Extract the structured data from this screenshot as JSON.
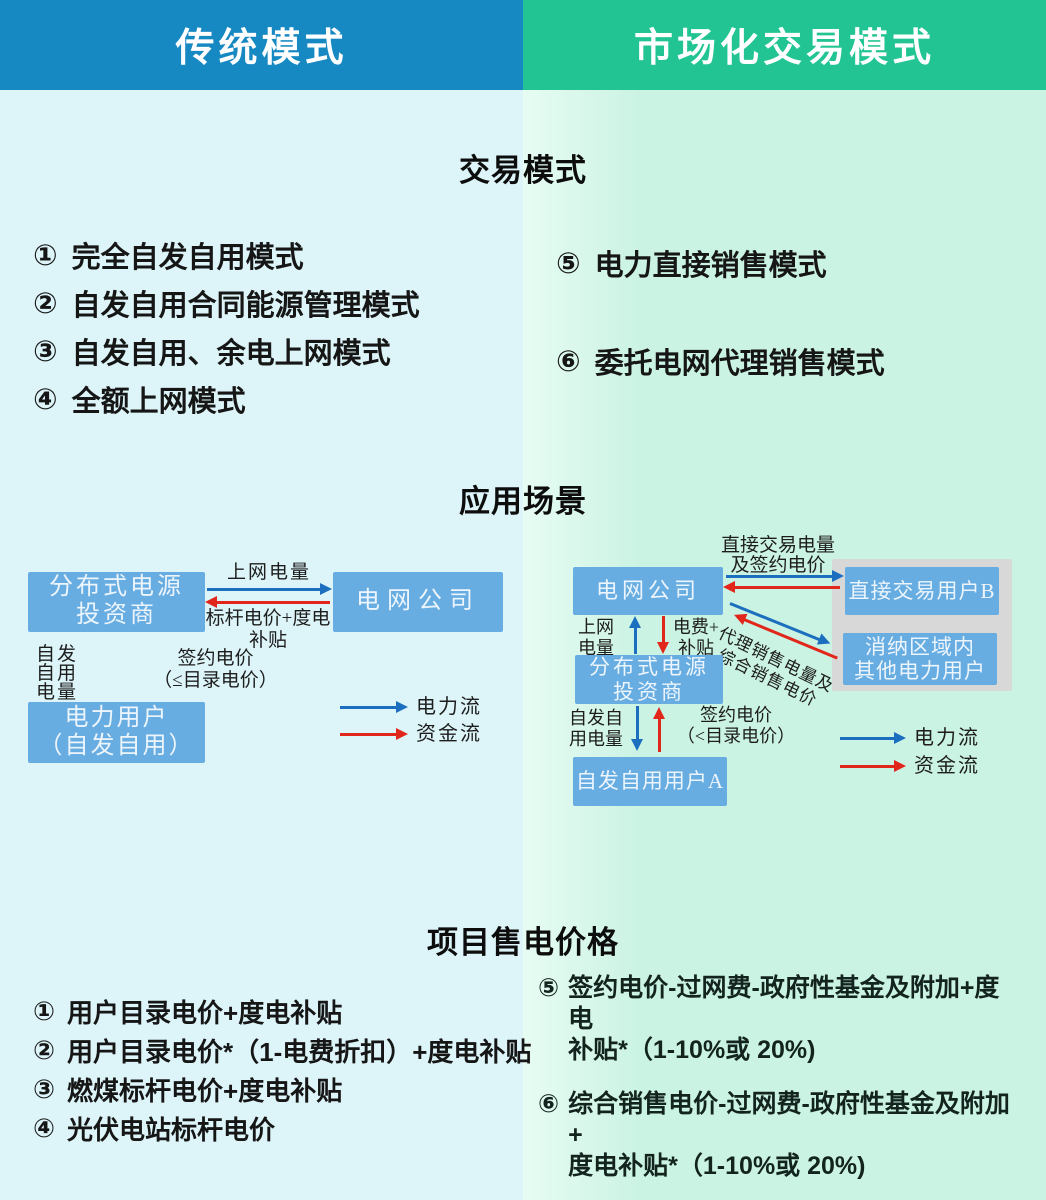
{
  "header": {
    "traditional": "传统模式",
    "market": "市场化交易模式"
  },
  "section_titles": {
    "trade_mode": "交易模式",
    "application": "应用场景",
    "pricing": "项目售电价格"
  },
  "trade_modes": {
    "traditional": [
      {
        "num": "①",
        "text": "完全自发自用模式"
      },
      {
        "num": "②",
        "text": "自发自用合同能源管理模式"
      },
      {
        "num": "③",
        "text": "自发自用、余电上网模式"
      },
      {
        "num": "④",
        "text": "全额上网模式"
      }
    ],
    "market": [
      {
        "num": "⑤",
        "text": "电力直接销售模式"
      },
      {
        "num": "⑥",
        "text": "委托电网代理销售模式"
      }
    ]
  },
  "pricing": {
    "traditional": [
      {
        "num": "①",
        "text": "用户目录电价+度电补贴"
      },
      {
        "num": "②",
        "text": "用户目录电价*（1-电费折扣）+度电补贴"
      },
      {
        "num": "③",
        "text": "燃煤标杆电价+度电补贴"
      },
      {
        "num": "④",
        "text": "光伏电站标杆电价"
      }
    ],
    "market": [
      {
        "num": "⑤",
        "text": [
          "签约电价-过网费-政府性基金及附加+度电",
          "补贴*（1-10%或 20%)"
        ]
      },
      {
        "num": "⑥",
        "text": [
          "综合销售电价-过网费-政府性基金及附加+",
          "度电补贴*（1-10%或 20%)"
        ]
      }
    ]
  },
  "diagram_traditional": {
    "investor_box": [
      "分布式电源",
      "投资商"
    ],
    "grid_box": "电网公司",
    "user_box": [
      "电力用户",
      "（自发自用）"
    ],
    "ongrid_label": "上网电量",
    "feedin_label": [
      "标杆电价+度电",
      "补贴"
    ],
    "selfuse_label": [
      "自发",
      "自用",
      "电量"
    ],
    "contract_label": [
      "签约电价",
      "（≤目录电价）"
    ],
    "legend": {
      "power": "电力流",
      "money": "资金流"
    }
  },
  "diagram_market": {
    "grid_box": "电网公司",
    "direct_user_box": "直接交易用户B",
    "other_user_box": [
      "消纳区域内",
      "其他电力用户"
    ],
    "investor_box": [
      "分布式电源",
      "投资商"
    ],
    "self_user_box": "自发自用用户A",
    "direct_trade_label": [
      "直接交易电量",
      "及签约电价"
    ],
    "ongrid_label": [
      "上网",
      "电量"
    ],
    "fee_label": [
      "电费+",
      "补贴"
    ],
    "agency_label": [
      "代理销售电量及",
      "综合销售电价"
    ],
    "selfuse_label": [
      "自发自",
      "用电量"
    ],
    "contract_label": [
      "签约电价",
      "（<目录电价）"
    ],
    "legend": {
      "power": "电力流",
      "money": "资金流"
    }
  },
  "colors": {
    "header_traditional": "#1688c2",
    "header_market": "#21c492",
    "bg_traditional": "#ddf5f9",
    "bg_market": "#cbf3e3",
    "box_blue": "#68ade2",
    "power_flow_blue": "#1c6fbf",
    "money_flow_red": "#e1261c",
    "panel_gray": "#d8d8d8"
  }
}
